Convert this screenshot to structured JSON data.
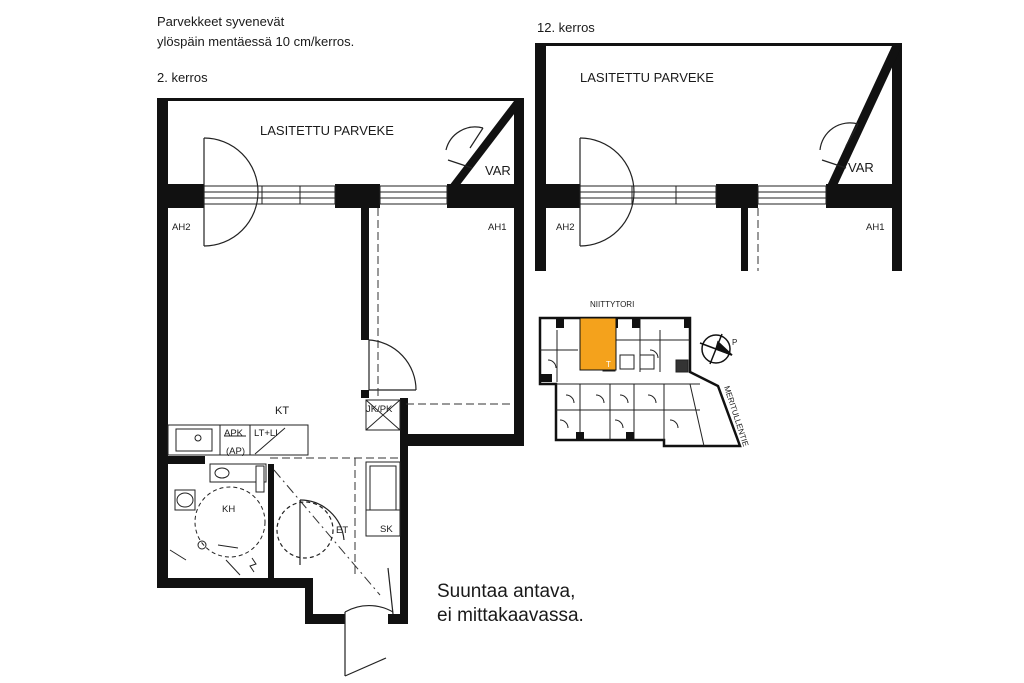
{
  "notes": {
    "balcony_note_line1": "Parvekkeet syvenevät",
    "balcony_note_line2": "ylöspäin mentäessä 10 cm/kerros.",
    "floor2": "2. kerros",
    "floor12": "12. kerros"
  },
  "labels": {
    "balcony_left": "LASITETTU PARVEKE",
    "balcony_right": "LASITETTU PARVEKE",
    "var_left": "VAR",
    "var_right": "VAR",
    "ah2_left": "AH2",
    "ah1_left": "AH1",
    "ah2_right": "AH2",
    "ah1_right": "AH1",
    "kt": "KT",
    "kh": "KH",
    "et": "ET",
    "sk": "SK",
    "jkpk": "JK/PK",
    "apk": "APK",
    "ltli": "LT+LI",
    "ap": "(AP)"
  },
  "site": {
    "street_top": "NIITTYTORI",
    "street_side": "MERITULLENTIE",
    "north": "P",
    "marker": "T"
  },
  "disclaimer": {
    "line1": "Suuntaa antava,",
    "line2": "ei mittakaavassa."
  },
  "colors": {
    "wall": "#111111",
    "line": "#222222",
    "highlight": "#f4a21c"
  }
}
